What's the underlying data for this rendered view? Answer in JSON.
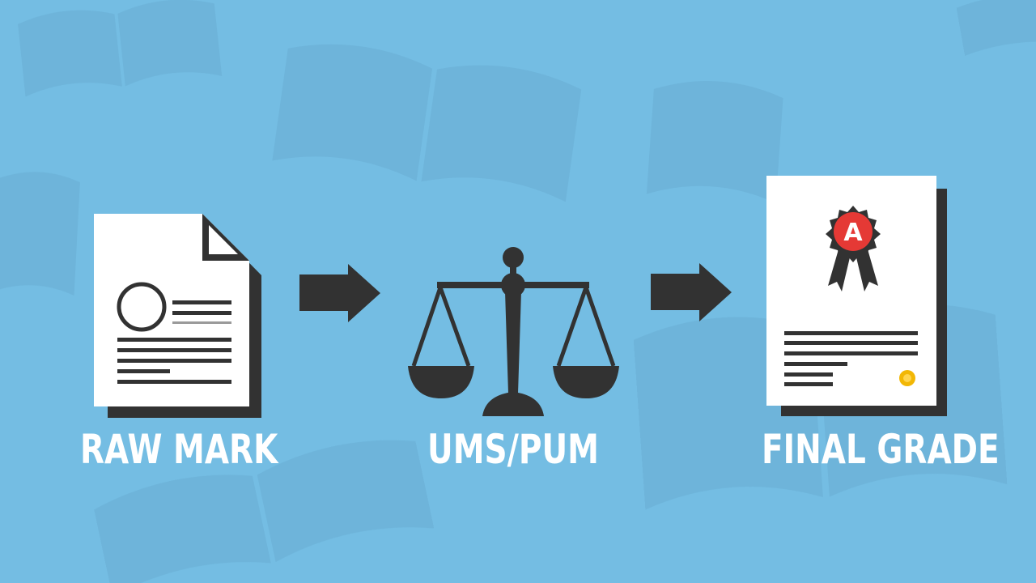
{
  "steps": [
    {
      "label": "RAW MARK",
      "icon": "document-icon"
    },
    {
      "label": "UMS/PUM",
      "icon": "balance-scale-icon"
    },
    {
      "label": "FINAL GRADE",
      "icon": "certificate-icon"
    }
  ],
  "certificate": {
    "badge_letter": "A"
  },
  "colors": {
    "background": "#74bde3",
    "icon_dark": "#323232",
    "paper": "#ffffff",
    "badge_red": "#e53935",
    "seal_gold": "#f2b705",
    "label": "#ffffff"
  },
  "decor": {
    "icon": "open-book-icon"
  }
}
